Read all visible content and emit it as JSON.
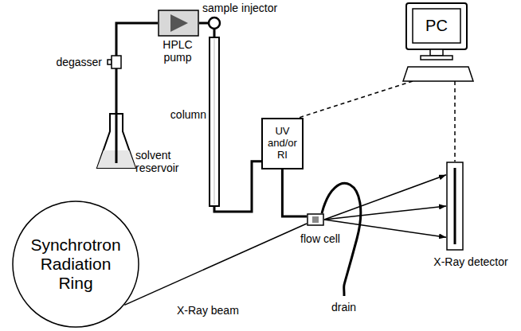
{
  "diagram": {
    "nodes": [
      {
        "text": [
          "sample injector"
        ]
      },
      {
        "text": [
          "HPLC pump"
        ]
      },
      {
        "text": [
          "PC"
        ]
      },
      {
        "text": [
          "degasser"
        ]
      },
      {
        "text": [
          "solvent reservoir"
        ]
      },
      {
        "text": [
          "column"
        ]
      },
      {
        "text": [
          "UV and/or RI"
        ]
      },
      {
        "text": [
          "X-Ray detector"
        ]
      },
      {
        "text": [
          "Synchrotron Radiation Ring"
        ]
      },
      {
        "text": [
          "flow cell"
        ]
      }
    ],
    "edges": [
      {
        "from": 4,
        "to": 3,
        "arrow": "none"
      },
      {
        "from": 3,
        "to": 1,
        "arrow": "none"
      },
      {
        "from": 1,
        "to": 0,
        "arrow": "none"
      },
      {
        "from": 0,
        "to": 5,
        "arrow": "none"
      },
      {
        "from": 5,
        "to": 6,
        "arrow": "none"
      },
      {
        "from": 6,
        "to": 9,
        "arrow": "none"
      },
      {
        "from": 8,
        "to": 9,
        "label": "X-Ray beam",
        "arrow": "none"
      },
      {
        "from": 9,
        "to": 7,
        "arrow": "to"
      },
      {
        "from": 2,
        "to": 6,
        "arrow": "none"
      },
      {
        "from": 2,
        "to": 7,
        "arrow": "none"
      }
    ],
    "labels": [
      "drain"
    ]
  }
}
